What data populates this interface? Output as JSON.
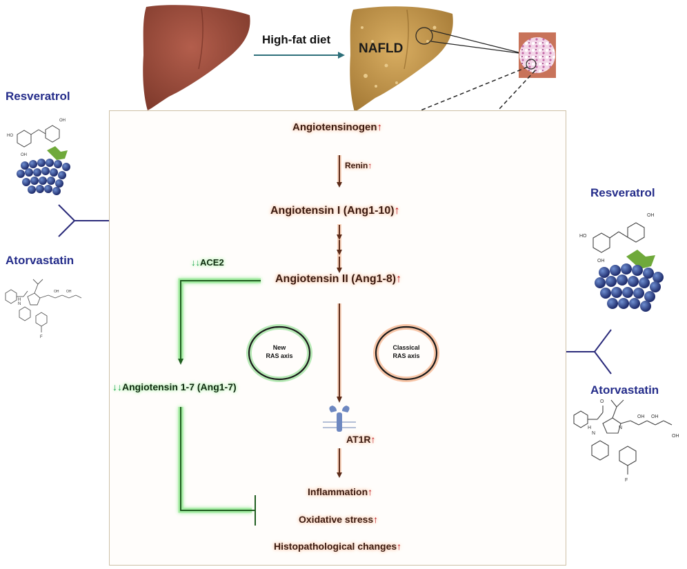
{
  "top": {
    "arrow_label": "High-fat diet",
    "nafld_label": "NAFLD"
  },
  "left_drugs": {
    "resveratrol": "Resveratrol",
    "atorvastatin": "Atorvastatin"
  },
  "right_drugs": {
    "resveratrol": "Resveratrol",
    "atorvastatin": "Atorvastatin"
  },
  "pathway": {
    "angiotensinogen": "Angiotensinogen",
    "renin": "Renin",
    "ang1": "Angiotensin I (Ang1-10)",
    "ang2": "Angiotensin II (Ang1-8)",
    "ace2": "ACE2",
    "ang17": "Angiotensin 1-7 (Ang1-7)",
    "at1r": "AT1R",
    "inflammation": "Inflammation",
    "oxidative": "Oxidative stress",
    "histo": "Histopathological changes"
  },
  "axes": {
    "new_line1": "New",
    "new_line2": "RAS axis",
    "classical_line1": "Classical",
    "classical_line2": "RAS axis"
  },
  "arrows": {
    "up": "↑",
    "down": "↓↓"
  },
  "molecule_labels": {
    "ho": "HO",
    "oh": "OH",
    "h": "H",
    "n": "N",
    "f": "F",
    "o": "O"
  },
  "colors": {
    "drug_blue": "#242c8a",
    "inhibit_line": "#2a2a7a",
    "up_arrow": "#c0141a",
    "down_arrow": "#17a34a",
    "orange_glow": "#f4a47a",
    "green_glow": "#5ee05e",
    "liver_healthy": "#9c4d3d",
    "liver_nafld": "#c99a4b"
  }
}
